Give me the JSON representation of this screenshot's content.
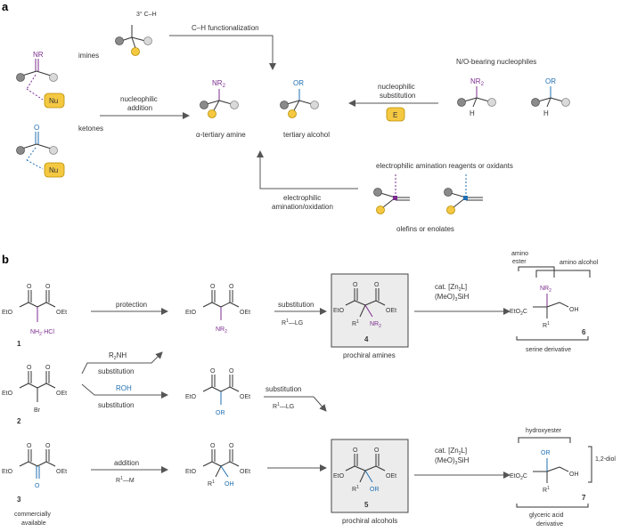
{
  "panel_a": {
    "label": "a",
    "ch_label": "3° C–H",
    "ch_func": "C–H functionalization",
    "imines": "imines",
    "ketones": "ketones",
    "nu1": "Nu",
    "nu2": "Nu",
    "nucleophilic_addition": "nucleophilic\naddition",
    "nr": "NR",
    "o": "O",
    "nr2_center": "NR2",
    "or_center": "OR",
    "aminelabel": "α-tertiary amine",
    "alcohollabel": "tertiary alcohol",
    "no_nucleophiles": "N/O-bearing nucleophiles",
    "nuc_sub": "nucleophilic\nsubstitution",
    "e": "E",
    "nr2_right": "NR2",
    "or_right": "OR",
    "h1": "H",
    "h2": "H",
    "elec_reagents": "electrophilic amination reagents or oxidants",
    "elec_amination": "electrophilic\namination/oxidation",
    "olefins": "olefins or enolates"
  },
  "panel_b": {
    "label": "b",
    "c1_num": "1",
    "c2_num": "2",
    "c3_num": "3",
    "c4_num": "4",
    "c5_num": "5",
    "c6_num": "6",
    "c7_num": "7",
    "eto": "EtO",
    "oet": "OEt",
    "nh2hcl": "NH2·HCl",
    "br": "Br",
    "o_keto": "O",
    "protection": "protection",
    "r2nh": "R2NH",
    "substitution": "substitution",
    "roh": "ROH",
    "addition": "addition",
    "r1m": "R1—M",
    "r1lg": "R1—LG",
    "nr2": "NR2",
    "or": "OR",
    "oh": "OH",
    "r1": "R1",
    "prochiral_amines": "prochiral amines",
    "prochiral_alcohols": "prochiral alcohols",
    "cat_line1": "cat. [Zn2L]",
    "cat_line2": "(MeO)3SiH",
    "amino_ester": "amino\nester",
    "amino_alcohol": "amino alcohol",
    "serine": "serine derivative",
    "hydroxyester": "hydroxyester",
    "diol": "1,2-diol",
    "glyceric": "glyceric acid\nderivative",
    "etO2c": "EtO2C",
    "commercially": "commercially\navailable"
  }
}
